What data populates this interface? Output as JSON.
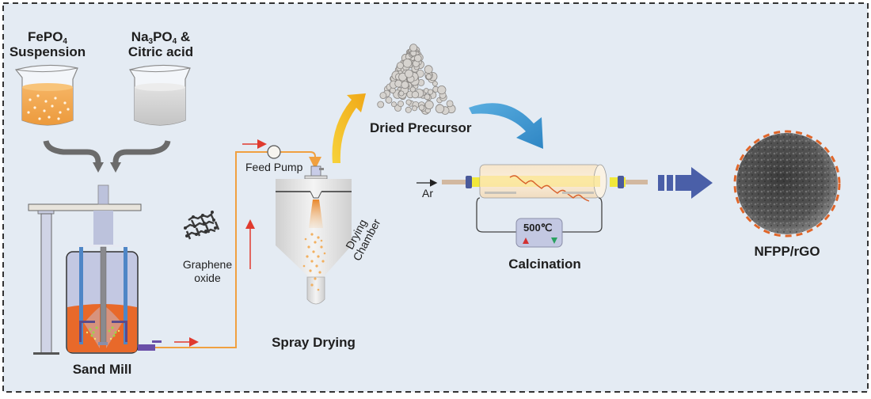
{
  "diagram": {
    "type": "process-flow",
    "title": "",
    "stages": [
      {
        "id": "feed",
        "label": "FePO4 Suspension"
      },
      {
        "id": "feed2",
        "label": "Na3PO4 & Citric acid"
      },
      {
        "id": "mill",
        "label": "Sand Mill"
      },
      {
        "id": "spray",
        "label": "Spray Drying"
      },
      {
        "id": "precursor",
        "label": "Dried Precursor"
      },
      {
        "id": "calc",
        "label": "Calcination"
      },
      {
        "id": "product",
        "label": "NFPP/rGO"
      }
    ],
    "labels": {
      "beaker1_line1_main": "FePO",
      "beaker1_line1_sub": "4",
      "beaker1_line2": "Suspension",
      "beaker2_na": "Na",
      "beaker2_sub1": "3",
      "beaker2_po": "PO",
      "beaker2_sub2": "4",
      "beaker2_amp": " &",
      "beaker2_line2": "Citric acid",
      "sand_mill": "Sand Mill",
      "graphene_line1": "Graphene",
      "graphene_line2": "oxide",
      "feed_pump": "Feed Pump",
      "drying_chamber_line1": "Drying",
      "drying_chamber_line2": "Chamber",
      "spray_drying": "Spray Drying",
      "dried_precursor": "Dried Precursor",
      "gas": "Ar",
      "temperature": "500℃",
      "calcination": "Calcination",
      "product": "NFPP/rGO"
    },
    "colors": {
      "background": "#e4ebf3",
      "border": "#333333",
      "orange_liquid": "#f0a44c",
      "mill_slurry": "#e8692a",
      "feed_line": "#f0a040",
      "flow_arrow": "#e03a2e",
      "yellow_arrow": "#f5b81c",
      "blue_arrow": "#4a9fd6",
      "product_arrow": "#4a5fa8",
      "dashed_ring": "#e0662a"
    }
  }
}
